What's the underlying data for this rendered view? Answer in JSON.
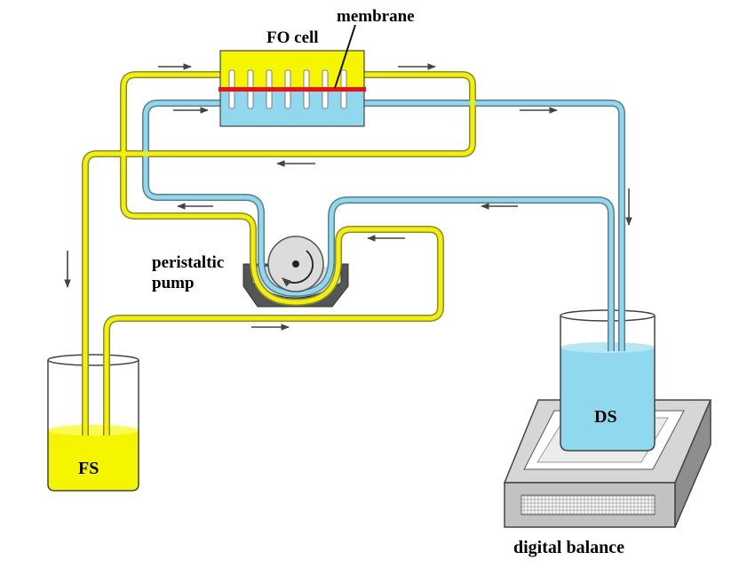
{
  "labels": {
    "fo_cell": "FO cell",
    "membrane": "membrane",
    "pump_line1": "peristaltic",
    "pump_line2": "pump",
    "fs": "FS",
    "ds": "DS",
    "balance": "digital balance"
  },
  "colors": {
    "feed_tube": "#f2f200",
    "feed_tube_edge": "#8a8a40",
    "draw_tube": "#8fd8ee",
    "draw_tube_edge": "#5a7f8a",
    "membrane": "#ee1111",
    "fs_liquid": "#f5f500",
    "ds_liquid": "#8fd8ee",
    "arrow": "#444444"
  }
}
